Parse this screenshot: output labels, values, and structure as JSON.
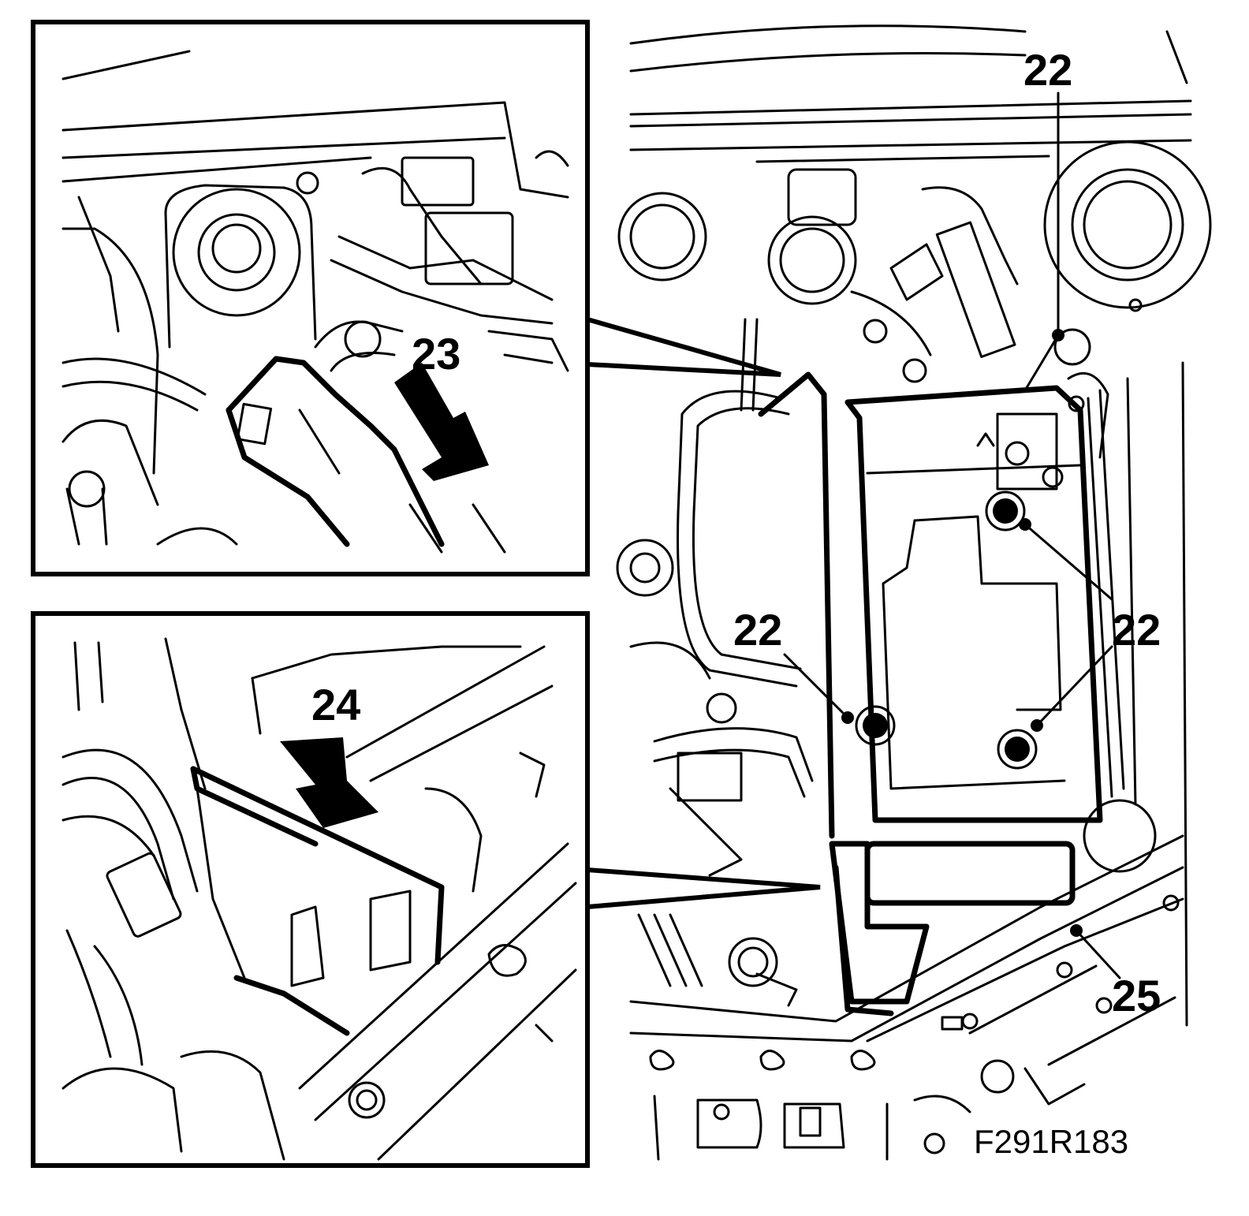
{
  "figure_id": "F291R183",
  "callouts": {
    "top_inset": "23",
    "bottom_inset": "24",
    "top_right": "22",
    "mid_left": "22",
    "mid_right": "22",
    "bottom_right": "25"
  },
  "icons": [
    "arrow-down-icon",
    "arrow-down-icon"
  ]
}
